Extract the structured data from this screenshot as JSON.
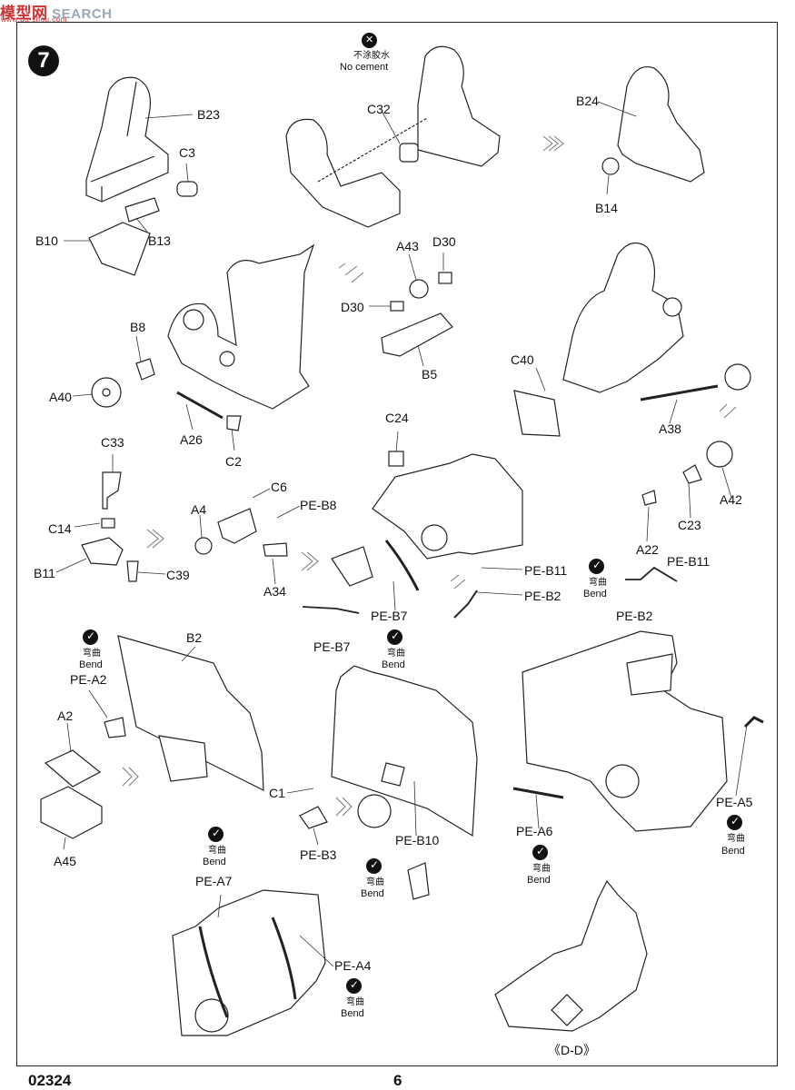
{
  "watermark": {
    "cn": "模型网",
    "en": "SEARCH",
    "url": "www.pa-shou.com"
  },
  "step_number": "7",
  "no_cement": {
    "cn": "不涂胶水",
    "en": "No cement"
  },
  "bend": {
    "cn": "弯曲",
    "en": "Bend"
  },
  "parts": {
    "B23": "B23",
    "C3": "C3",
    "B10": "B10",
    "B13": "B13",
    "C32": "C32",
    "B24": "B24",
    "B14": "B14",
    "A43": "A43",
    "D30a": "D30",
    "D30b": "D30",
    "B5": "B5",
    "B8": "B8",
    "A40": "A40",
    "A26": "A26",
    "C2": "C2",
    "C40": "C40",
    "A38": "A38",
    "C33": "C33",
    "C14": "C14",
    "B11": "B11",
    "C39": "C39",
    "C6": "C6",
    "A4": "A4",
    "PE_B8": "PE-B8",
    "A34": "A34",
    "C24": "C24",
    "PE_B11a": "PE-B11",
    "PE_B2a": "PE-B2",
    "PE_B7a": "PE-B7",
    "PE_B7b": "PE-B7",
    "A42": "A42",
    "C23": "C23",
    "A22": "A22",
    "PE_B11b": "PE-B11",
    "PE_B2b": "PE-B2",
    "B2": "B2",
    "PE_A2": "PE-A2",
    "A2": "A2",
    "A45": "A45",
    "C1": "C1",
    "PE_B3": "PE-B3",
    "PE_B10": "PE-B10",
    "PE_A6": "PE-A6",
    "PE_A5": "PE-A5",
    "PE_A7": "PE-A7",
    "PE_A4": "PE-A4",
    "section": "《D-D》"
  },
  "footer": {
    "code": "02324",
    "page": "6"
  }
}
